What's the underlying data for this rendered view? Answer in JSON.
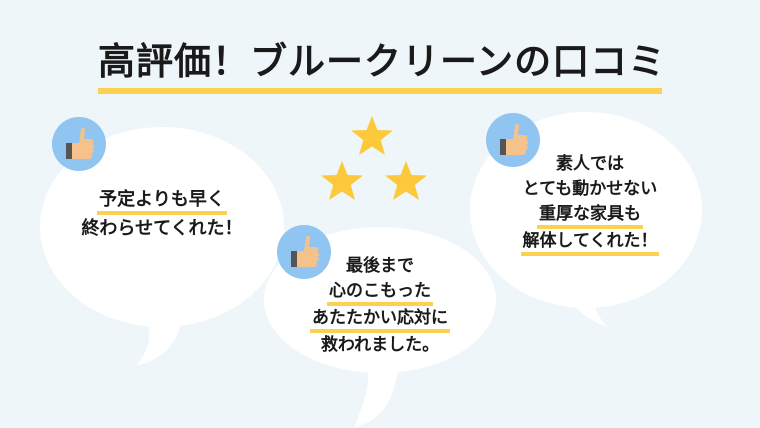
{
  "title": "高評価！ブルークリーンの口コミ",
  "colors": {
    "background": "#eef6fa",
    "accent_underline": "#fcd14f",
    "star": "#fcc93b",
    "icon_circle": "#8fc5f0",
    "thumb_skin": "#f6c28b",
    "thumb_cuff": "#555555",
    "bubble": "#ffffff",
    "text": "#1a1a1a"
  },
  "stars": {
    "count": 3,
    "icon": "star-icon"
  },
  "reviews": [
    {
      "icon": "thumbs-up-icon",
      "lines": [
        {
          "text": "予定よりも早く",
          "highlighted": true
        },
        {
          "text": "終わらせてくれた！",
          "highlighted": false
        }
      ]
    },
    {
      "icon": "thumbs-up-icon",
      "lines": [
        {
          "text": "最後まで",
          "highlighted": false
        },
        {
          "text": "心のこもった",
          "highlighted": true
        },
        {
          "text": "あたたかい応対に",
          "highlighted": true
        },
        {
          "text": "救われました。",
          "highlighted": false
        }
      ]
    },
    {
      "icon": "thumbs-up-icon",
      "lines": [
        {
          "text": "素人では",
          "highlighted": false
        },
        {
          "text": "とても動かせない",
          "highlighted": false
        },
        {
          "text": "重厚な家具も",
          "highlighted": true
        },
        {
          "text": "解体してくれた！",
          "highlighted": true
        }
      ]
    }
  ]
}
